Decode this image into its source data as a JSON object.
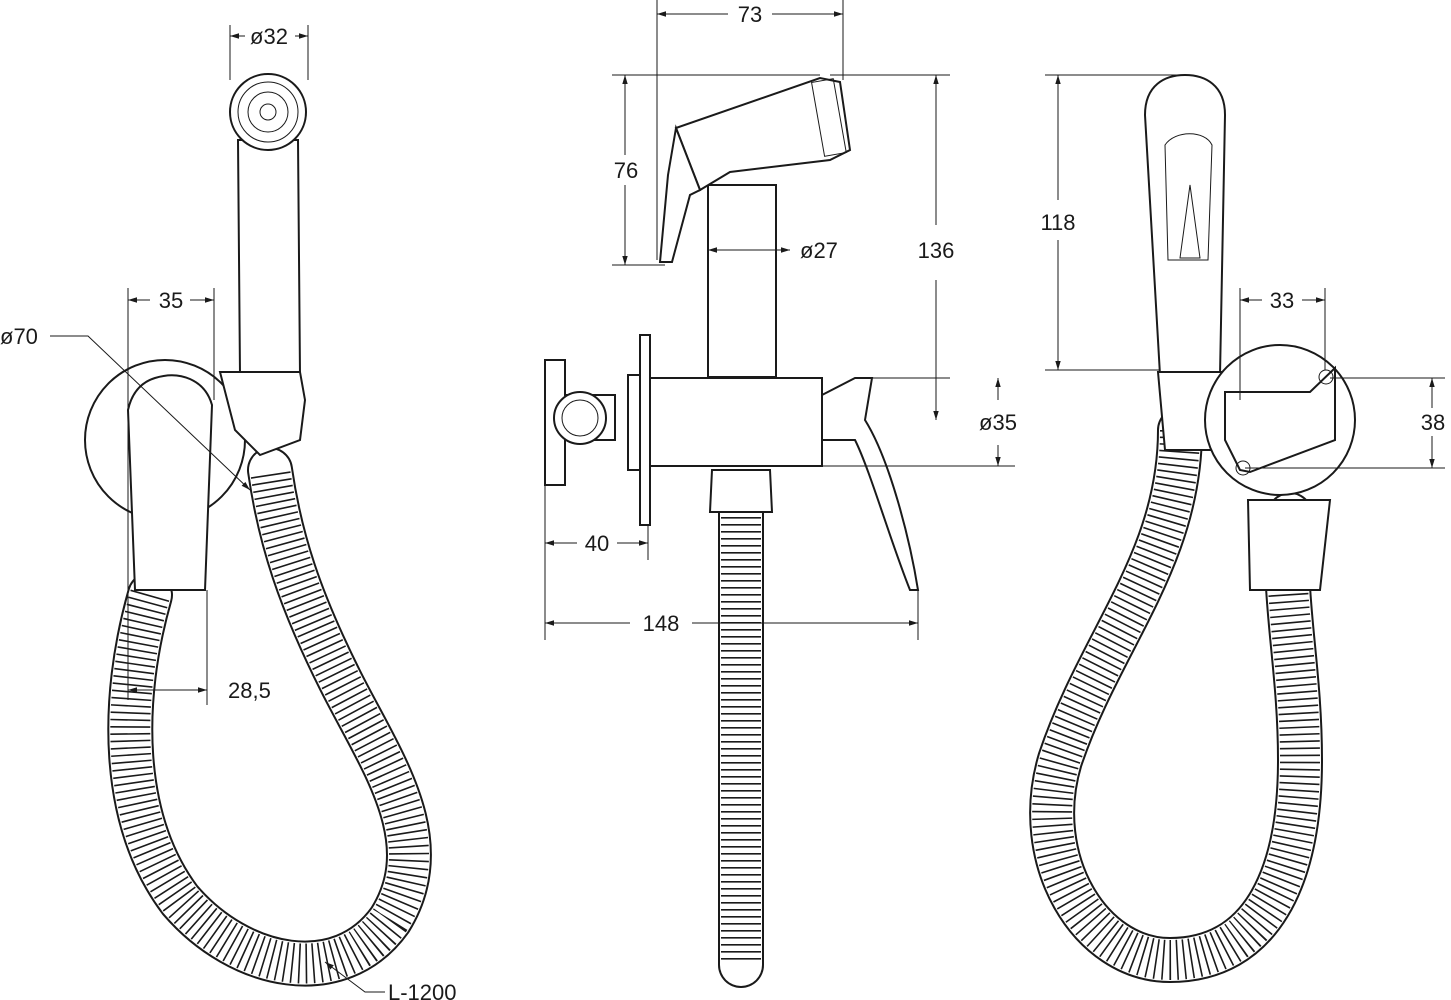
{
  "title": "Bidet hygienic shower set – dimension drawing",
  "dimensions": {
    "left_view": {
      "head_diameter": "ø32",
      "lever_width": "35",
      "wall_plate_diameter": "ø70",
      "lever_offset": "28,5",
      "hose_length": "L-1200"
    },
    "side_view": {
      "head_length": "73",
      "head_height": "76",
      "handle_diameter": "ø27",
      "total_height": "136",
      "body_diameter": "ø35",
      "wall_depth": "40",
      "total_depth": "148"
    },
    "right_view": {
      "height": "118",
      "holder_width": "33",
      "holder_height": "38"
    }
  },
  "colors": {
    "line": "#1a1a1a",
    "background": "#ffffff"
  }
}
